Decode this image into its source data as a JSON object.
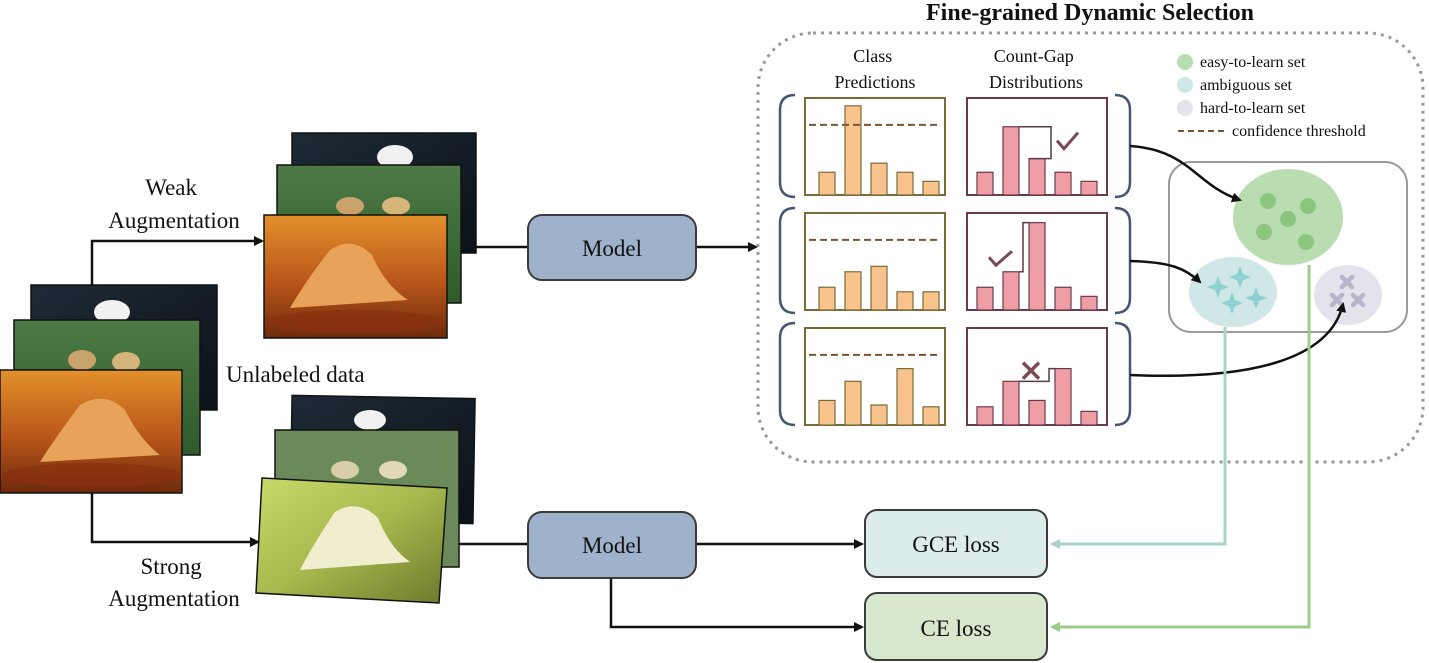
{
  "title": "Fine-grained Dynamic Selection",
  "labels": {
    "weak_aug_line1": "Weak",
    "weak_aug_line2": "Augmentation",
    "strong_aug_line1": "Strong",
    "strong_aug_line2": "Augmentation",
    "unlabeled": "Unlabeled data"
  },
  "models": {
    "top": "Model",
    "bottom": "Model"
  },
  "losses": {
    "gce": "GCE loss",
    "ce": "CE loss"
  },
  "headers": {
    "class_pred_line1": "Class",
    "class_pred_line2": "Predictions",
    "count_gap_line1": "Count-Gap",
    "count_gap_line2": "Distributions"
  },
  "legend": {
    "easy": "easy-to-learn set",
    "ambiguous": "ambiguous set",
    "hard": "hard-to-learn set",
    "threshold": "confidence threshold"
  },
  "colors": {
    "model_fill": "#9fb2cb",
    "gce_fill": "#dcecea",
    "ce_fill": "#d7e8cf",
    "easy": "#b9dcb0",
    "ambiguous": "#cfe7e6",
    "hard": "#e4e3ec",
    "class_bar": "#f9c38d",
    "gap_bar": "#ef9ea5",
    "threshold": "#7a5530",
    "teal_line": "#a6d4cc",
    "green_line": "#9ccc8c"
  },
  "rows": [
    {
      "class_bars": [
        0.25,
        0.98,
        0.35,
        0.25,
        0.15
      ],
      "gap_bars": [
        0.25,
        0.75,
        0.4,
        0.25,
        0.15
      ],
      "mark": "check",
      "threshold": 0.77
    },
    {
      "class_bars": [
        0.25,
        0.42,
        0.48,
        0.2,
        0.2
      ],
      "gap_bars": [
        0.25,
        0.42,
        0.96,
        0.25,
        0.15
      ],
      "mark": "check",
      "threshold": 0.77
    },
    {
      "class_bars": [
        0.27,
        0.48,
        0.22,
        0.62,
        0.2
      ],
      "gap_bars": [
        0.2,
        0.48,
        0.27,
        0.62,
        0.15
      ],
      "mark": "cross",
      "threshold": 0.77
    }
  ]
}
